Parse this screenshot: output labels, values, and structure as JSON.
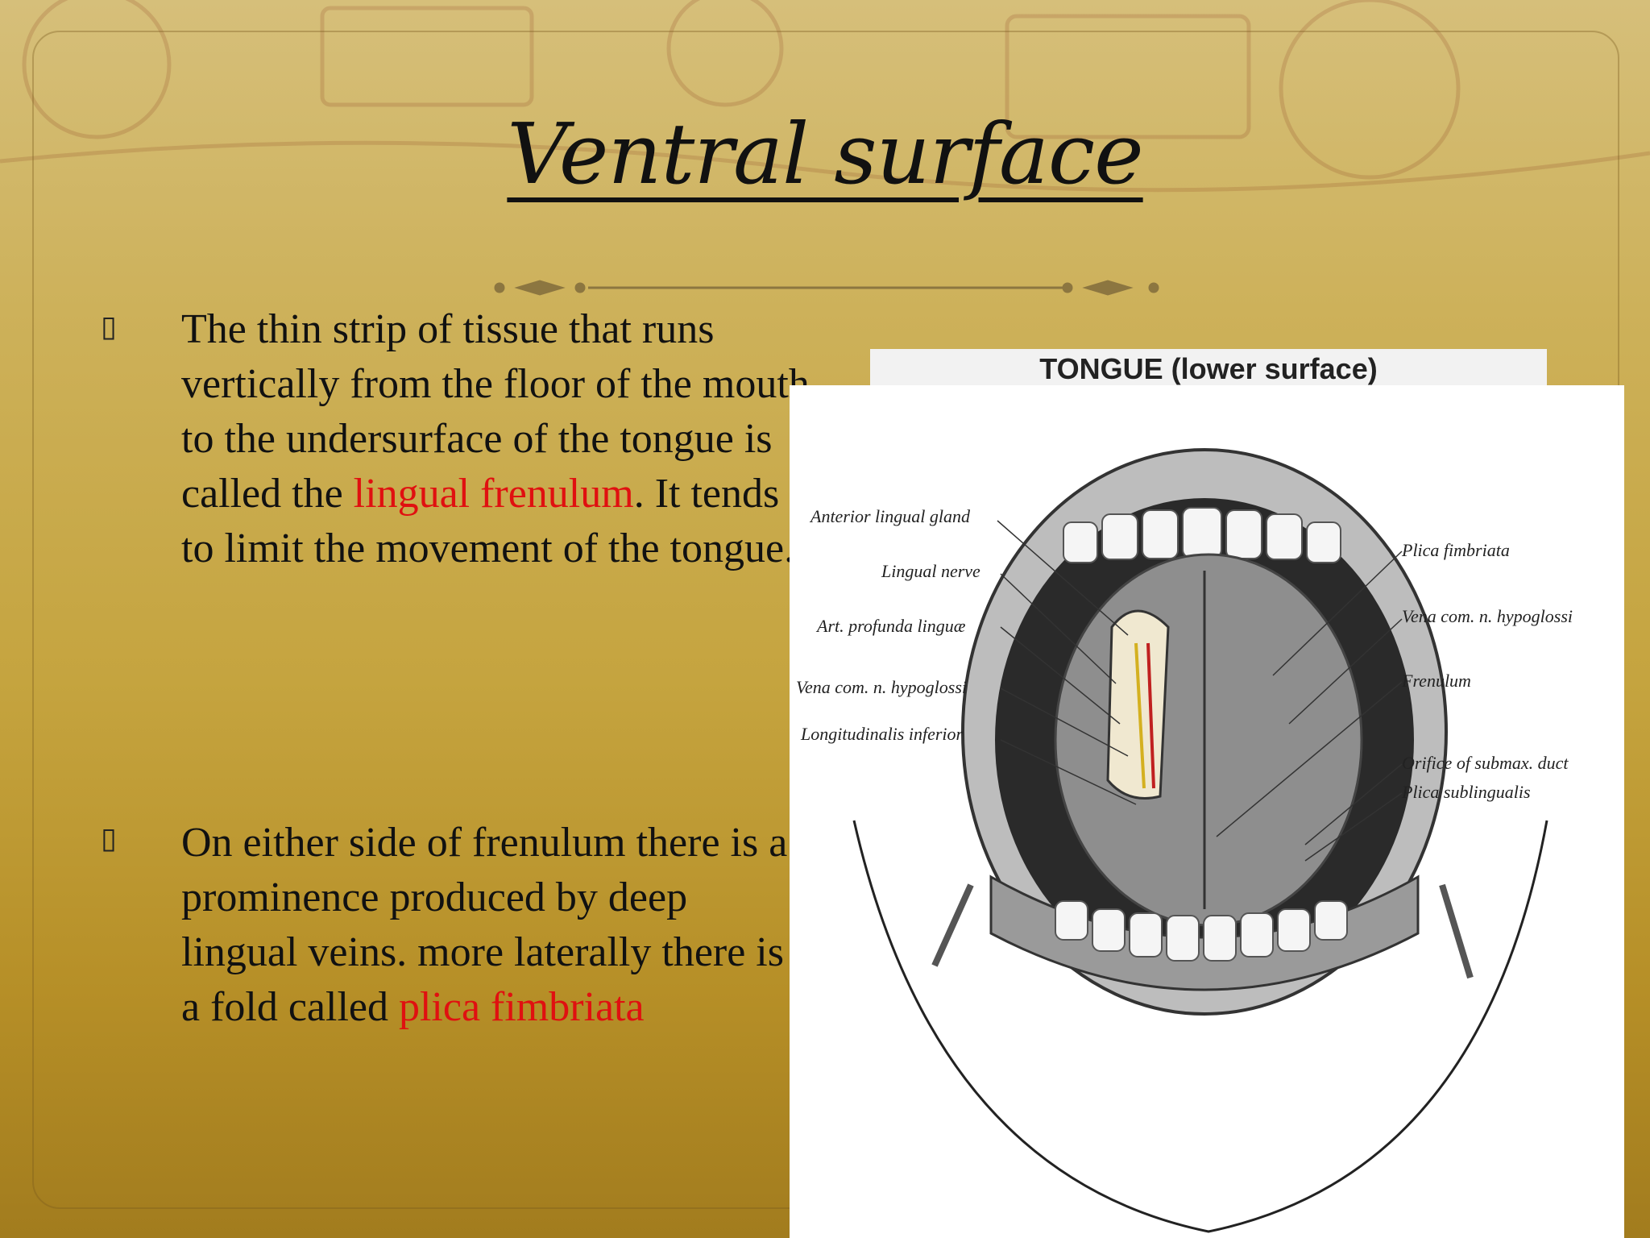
{
  "slide": {
    "title": "Ventral surface",
    "bullets": [
      {
        "icon": "bullet-glyph",
        "text_before": "The thin strip of tissue that runs vertically from the floor of the mouth to the undersurface of the tongue is called the ",
        "highlight": "lingual frenulum",
        "text_after": ". It tends to limit the movement of the tongue."
      },
      {
        "icon": "bullet-glyph",
        "text_before": "On either side of frenulum there is a prominence produced by deep lingual veins. more laterally there is a fold called ",
        "highlight": "plica fimbriata",
        "text_after": ""
      }
    ],
    "highlight_color": "#e01010"
  },
  "figure": {
    "header": "TONGUE (lower surface)",
    "labels_left": [
      "Anterior lingual gland",
      "Lingual nerve",
      "Art. profunda linguæ",
      "Vena com. n. hypoglossi",
      "Longitudinalis inferior"
    ],
    "labels_right": [
      "Plica fimbriata",
      "Vena com. n. hypoglossi",
      "Frenulum",
      "Orifice of submax. duct",
      "Plica sublingualis"
    ]
  }
}
